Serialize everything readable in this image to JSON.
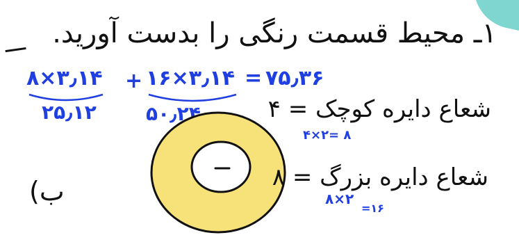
{
  "question": {
    "title": "۱ـ محیط قسمت رنگی را بدست آورید.",
    "part_b": "ب)"
  },
  "work": {
    "expr_a": "۸×۳٫۱۴",
    "plus": "+",
    "expr_b": "۱۶×۳٫۱۴",
    "equals": "=",
    "total": "۷۵٫۳۶",
    "result_a": "۲۵٫۱۲",
    "result_b": "۵۰٫۲۴"
  },
  "radii": {
    "small_label": "شعاع دایره کوچک = ۴",
    "small_calc": "۴×۲= ۸",
    "big_label": "شعاع دایره بزرگ = ۸",
    "big_calc": "۸×۲",
    "big_sub": "=۱۶"
  },
  "colors": {
    "ink_black": "#111111",
    "ink_blue": "#1f3fe0",
    "ring_fill": "#f7e27a",
    "ring_stroke": "#111111",
    "accent": "#7fd6d0"
  }
}
